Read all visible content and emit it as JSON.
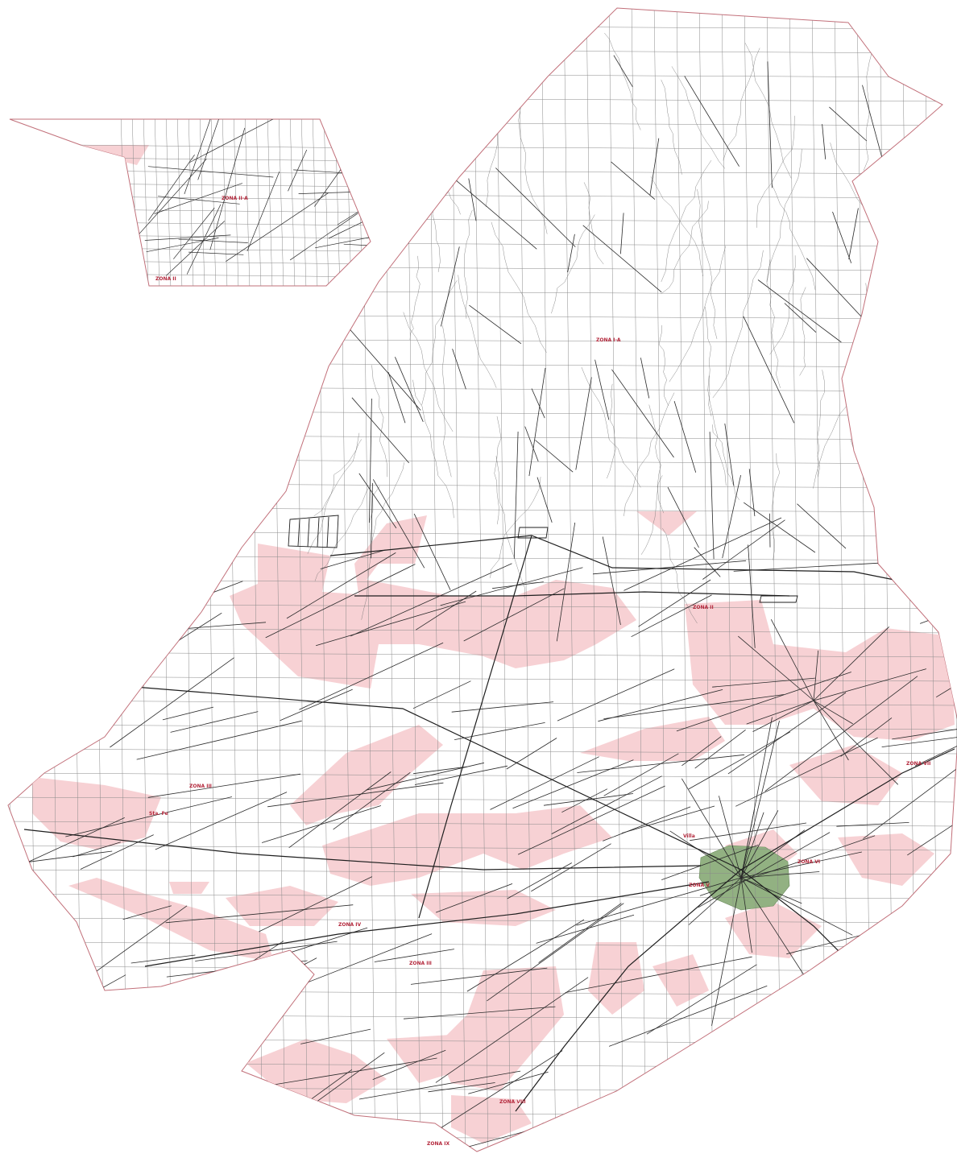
{
  "map": {
    "colors": {
      "background": "#ffffff",
      "boundary": "#c2707a",
      "grid": "#8a8a8a",
      "road": "#2a2a2a",
      "contour": "#6e6e6e",
      "highlight_fill": "#f7d1d4",
      "urban_fill": "#92b182",
      "label": "#b4283c"
    },
    "inset": {
      "icon": "inset-map",
      "zone_labels": [
        "ZONA II-A",
        "ZONA II"
      ]
    },
    "main": {
      "icon": "cadastral-map",
      "zone_labels": [
        "ZONA I-A",
        "ZONA II",
        "ZONA III",
        "Sta. Fe",
        "ZONA IV",
        "ZONA III",
        "Villa",
        "ZONA V",
        "ZONA VI",
        "ZONA VII",
        "ZONA VIII",
        "ZONA IX"
      ]
    }
  }
}
